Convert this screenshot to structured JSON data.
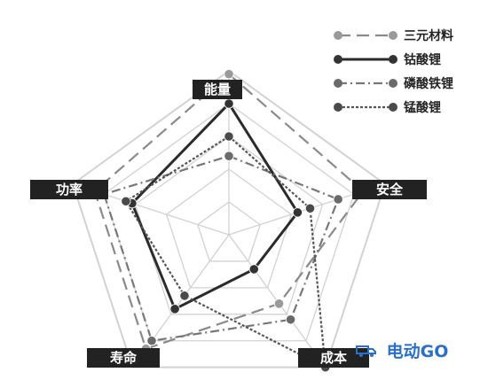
{
  "chart_data": {
    "type": "radar",
    "axes": [
      "能量",
      "安全",
      "成本",
      "寿命",
      "功率"
    ],
    "range": [
      0,
      5
    ],
    "grid_levels": 5,
    "series": [
      {
        "name": "三元材料",
        "values": [
          4.9,
          4.3,
          2.6,
          4.3,
          4.3
        ],
        "color": "#8a8a8a",
        "dash": "14,7",
        "marker": "#9a9a9a"
      },
      {
        "name": "钴酸锂",
        "values": [
          4.0,
          2.2,
          1.3,
          2.8,
          3.1
        ],
        "color": "#2b2b2b",
        "dash": "",
        "marker": "#333333"
      },
      {
        "name": "磷酸铁锂",
        "values": [
          2.4,
          3.5,
          3.2,
          4.0,
          4.0
        ],
        "color": "#777777",
        "dash": "10,4,2,4",
        "marker": "#6a6a6a"
      },
      {
        "name": "锰酸锂",
        "values": [
          3.0,
          2.6,
          5.0,
          2.3,
          3.3
        ],
        "color": "#555555",
        "dash": "3,2",
        "marker": "#4a4a4a"
      }
    ]
  },
  "axis_labels": {
    "energy": "能量",
    "safety": "安全",
    "cost": "成本",
    "life": "寿命",
    "power": "功率"
  },
  "legend": [
    "三元材料",
    "钴酸锂",
    "磷酸铁锂",
    "锰酸锂"
  ],
  "watermark": {
    "text": "电动GO",
    "color": "#2a6fc9",
    "icon": "truck-icon"
  }
}
